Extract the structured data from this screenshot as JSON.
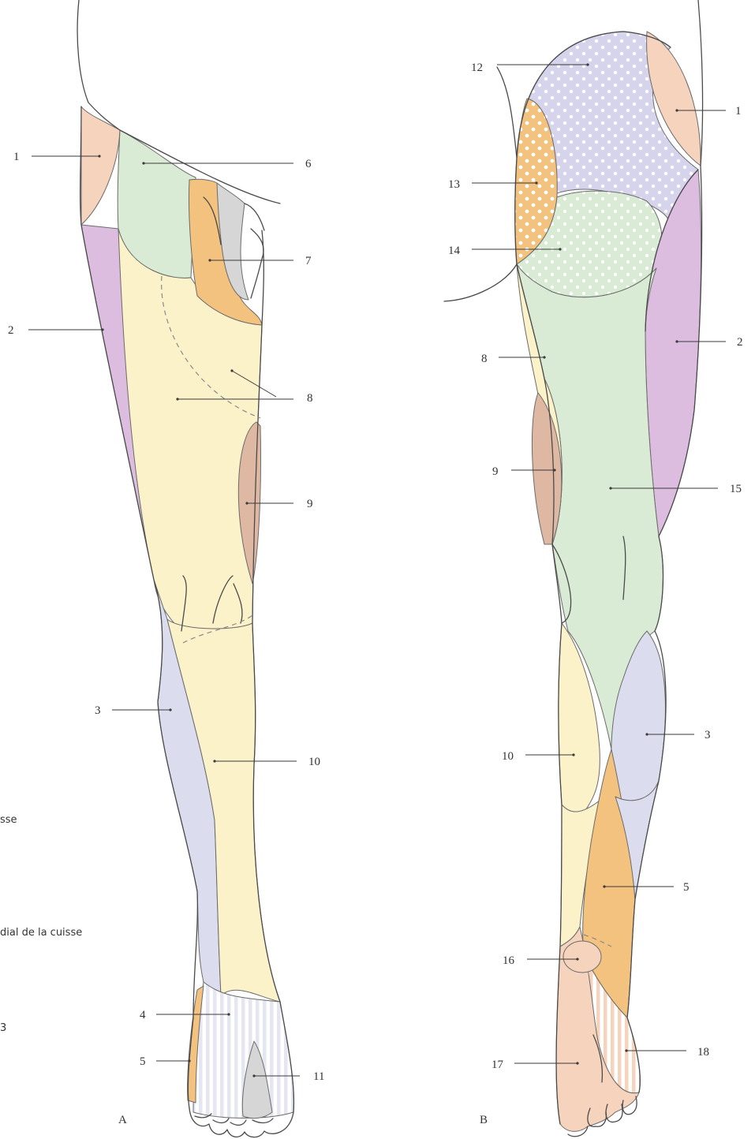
{
  "colors": {
    "z1": "#f6d3bd",
    "z2": "#dcbde0",
    "z3": "#dcdcef",
    "z4_stripe": "#e6e6f2",
    "z5": "#f2c27e",
    "z6": "#d9ebd4",
    "z7": "#f2c27e",
    "z8": "#fbf2c9",
    "z9": "#deb8a3",
    "z10": "#fbf2c9",
    "z11": "#d6d6d6",
    "z12": "#d6d3ec",
    "z13": "#f2c27e",
    "z14": "#d9ebd4",
    "z15": "#d9ebd4",
    "z16": "#f6d3bd",
    "z17": "#f6d3bd",
    "z18_stripe": "#f6d3bd"
  },
  "view_labels": {
    "front": "A",
    "back": "B"
  },
  "side_fragments": [
    "sse",
    "dial de la cuisse",
    "3"
  ],
  "front_labels": [
    {
      "id": "f1",
      "text": "1"
    },
    {
      "id": "f2",
      "text": "2"
    },
    {
      "id": "f3",
      "text": "3"
    },
    {
      "id": "f4",
      "text": "4"
    },
    {
      "id": "f5",
      "text": "5"
    },
    {
      "id": "f6",
      "text": "6"
    },
    {
      "id": "f7",
      "text": "7"
    },
    {
      "id": "f8",
      "text": "8"
    },
    {
      "id": "f9",
      "text": "9"
    },
    {
      "id": "f10",
      "text": "10"
    },
    {
      "id": "f11",
      "text": "11"
    }
  ],
  "back_labels": [
    {
      "id": "b12",
      "text": "12"
    },
    {
      "id": "b1",
      "text": "1"
    },
    {
      "id": "b13",
      "text": "13"
    },
    {
      "id": "b14",
      "text": "14"
    },
    {
      "id": "b2",
      "text": "2"
    },
    {
      "id": "b8",
      "text": "8"
    },
    {
      "id": "b9",
      "text": "9"
    },
    {
      "id": "b15",
      "text": "15"
    },
    {
      "id": "b3",
      "text": "3"
    },
    {
      "id": "b10",
      "text": "10"
    },
    {
      "id": "b5",
      "text": "5"
    },
    {
      "id": "b16",
      "text": "16"
    },
    {
      "id": "b18",
      "text": "18"
    },
    {
      "id": "b17",
      "text": "17"
    }
  ]
}
